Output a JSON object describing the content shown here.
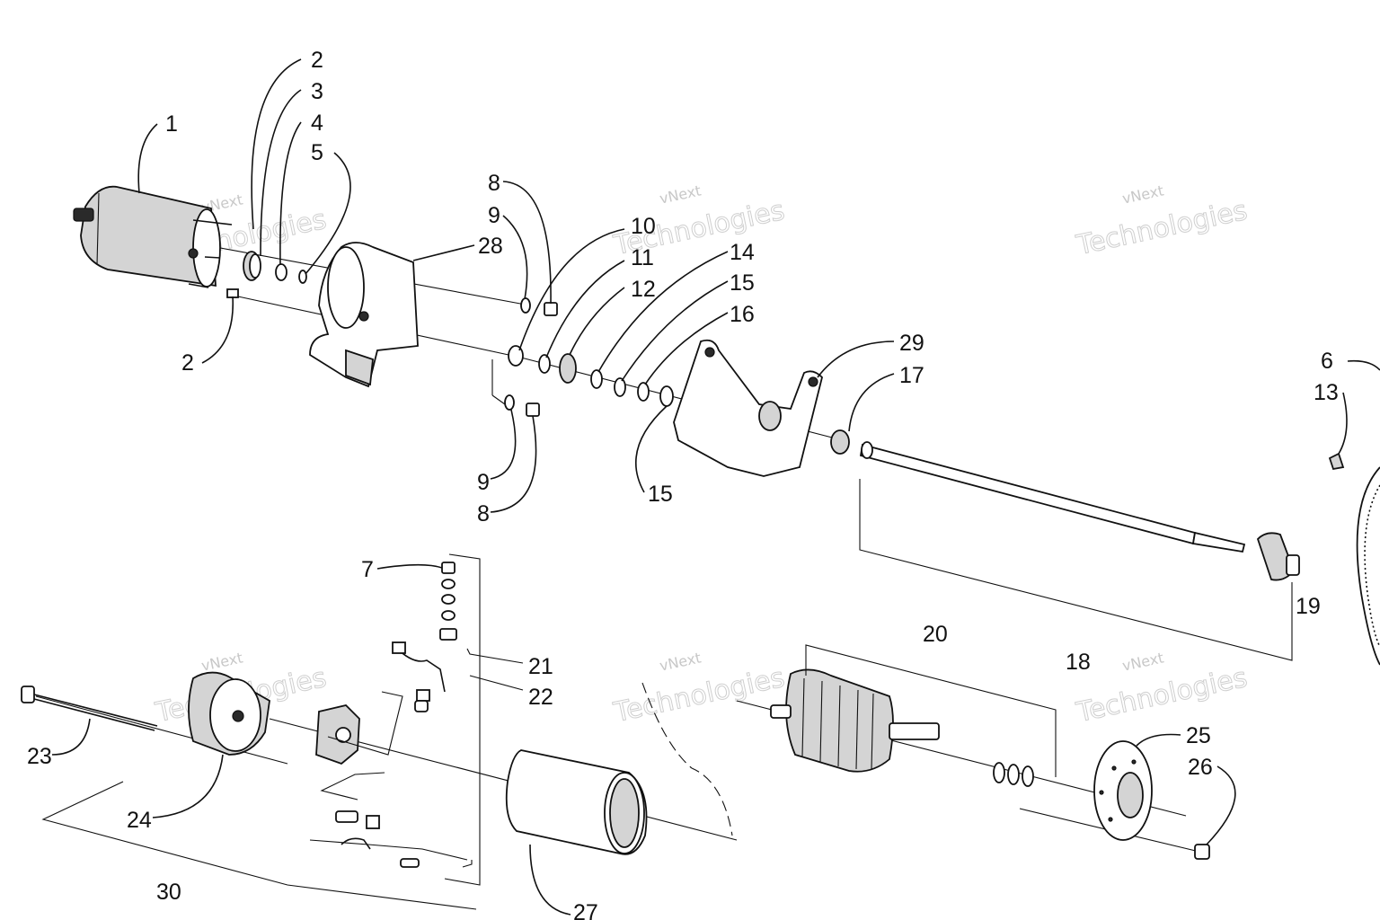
{
  "watermark": {
    "line1": "vNext",
    "line2": "Technologies"
  },
  "callouts": [
    {
      "id": "1",
      "label": "1"
    },
    {
      "id": "2a",
      "label": "2"
    },
    {
      "id": "3",
      "label": "3"
    },
    {
      "id": "4",
      "label": "4"
    },
    {
      "id": "5",
      "label": "5"
    },
    {
      "id": "2b",
      "label": "2"
    },
    {
      "id": "28",
      "label": "28"
    },
    {
      "id": "8a",
      "label": "8"
    },
    {
      "id": "9a",
      "label": "9"
    },
    {
      "id": "10",
      "label": "10"
    },
    {
      "id": "11",
      "label": "11"
    },
    {
      "id": "12",
      "label": "12"
    },
    {
      "id": "14",
      "label": "14"
    },
    {
      "id": "15a",
      "label": "15"
    },
    {
      "id": "16",
      "label": "16"
    },
    {
      "id": "9b",
      "label": "9"
    },
    {
      "id": "8b",
      "label": "8"
    },
    {
      "id": "15b",
      "label": "15"
    },
    {
      "id": "29",
      "label": "29"
    },
    {
      "id": "17",
      "label": "17"
    },
    {
      "id": "6",
      "label": "6"
    },
    {
      "id": "13",
      "label": "13"
    },
    {
      "id": "19",
      "label": "19"
    },
    {
      "id": "18",
      "label": "18"
    },
    {
      "id": "7",
      "label": "7"
    },
    {
      "id": "21",
      "label": "21"
    },
    {
      "id": "22",
      "label": "22"
    },
    {
      "id": "20",
      "label": "20"
    },
    {
      "id": "23",
      "label": "23"
    },
    {
      "id": "24",
      "label": "24"
    },
    {
      "id": "25",
      "label": "25"
    },
    {
      "id": "26",
      "label": "26"
    },
    {
      "id": "30",
      "label": "30"
    },
    {
      "id": "27",
      "label": "27"
    }
  ]
}
